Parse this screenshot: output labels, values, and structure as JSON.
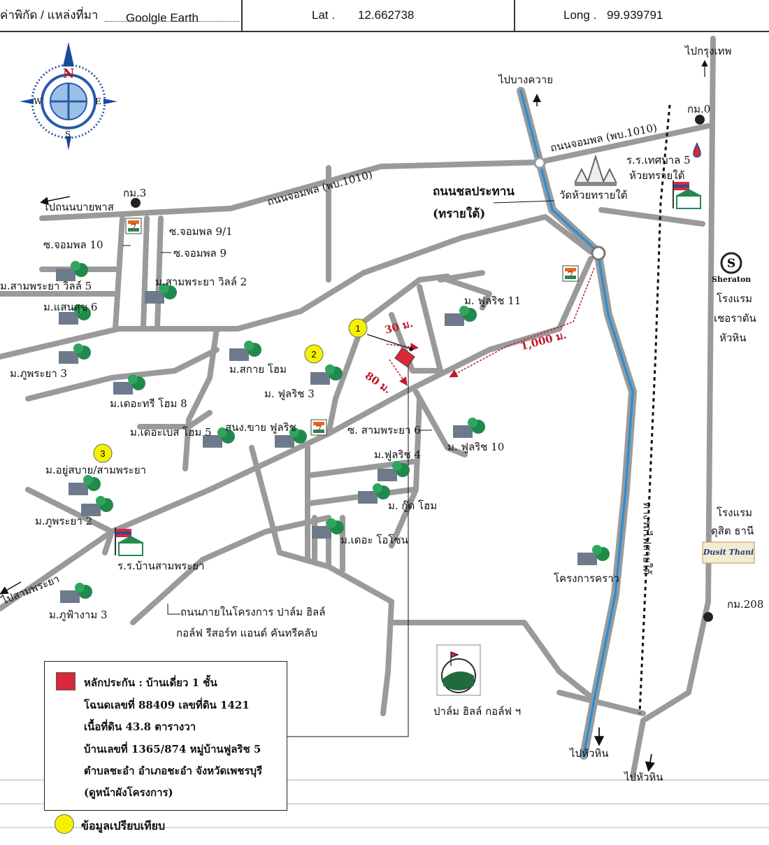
{
  "header": {
    "source_label": "ค่าพิกัด / แหล่งที่มา",
    "source_value": "Goolgle Earth",
    "lat_label": "Lat .",
    "lat_value": "12.662738",
    "long_label": "Long .",
    "long_value": "99.939791"
  },
  "compass": {
    "n": "N",
    "s": "S",
    "e": "E",
    "w": "W"
  },
  "roads": {
    "to_bangkok": "ไปกรุงเทพ",
    "to_bang_khwai": "ไปบางควาย",
    "km0": "กม.0",
    "chomphon_rd_east": "ถนนจอมพล (พบ.1010)",
    "chomphon_rd_west": "ถนนจอมพล (พบ.1010)",
    "km3": "กม.3",
    "to_bypass": "ไปถนนบายพาส",
    "chonprathan_1": "ถนนชลประทาน",
    "chonprathan_2": "(ทรายใต้)",
    "soi_9_1": "ซ.จอมพล 9/1",
    "soi_10": "ซ.จอมพล 10",
    "soi_9": "ซ.จอมพล 9",
    "soi_sampraya_6": "ซ. สามพระยา 6",
    "to_sampraya": "ไปสามพระยา",
    "km208": "กม.208",
    "railway": "ทางรถไฟสายใต้",
    "to_hua_hin_1": "ไปหัวหิน",
    "to_hua_hin_2": "ไปหัวหิน",
    "palm_hills_rd_1": "ถนนภายในโครงการ ปาล์ม ฮิลล์",
    "palm_hills_rd_2": "กอล์ฟ รีสอร์ท แอนด์ คันทรีคลับ"
  },
  "distances": {
    "d30": "30 ม.",
    "d80": "80 ม.",
    "d1000": "1,000 ม."
  },
  "places": {
    "school_thesaban_1": "ร.ร.เทศบาล 5",
    "school_thesaban_2": "ห้วยทรายใต้",
    "wat": "วัดห้วยทรายใต้",
    "sheraton_brand": "Sheraton",
    "sheraton_1": "โรงแรม",
    "sheraton_2": "เชอราตัน",
    "sheraton_3": "หัวหิน",
    "dusit_1": "โรงแรม",
    "dusit_2": "ดุสิต ธานี",
    "dusit_brand": "Dusit Thani",
    "sampraya_villa5": "ม.สามพระยา วิลล์ 5",
    "sampraya_villa2": "ม.สามพระยา วิลล์ 2",
    "saensuk6": "ม.แสนสุข 6",
    "phuphraya3": "ม.ภูพระยา 3",
    "sakai_home": "ม.สกาย โฮม",
    "flourish3": "ม. ฟูลริช 3",
    "the_tree_home8": "ม.เดอะทรี โฮม 8",
    "the_best_home5": "ม.เดอะเบส โฮม 5",
    "sales_office": "สนง.ขาย ฟูลริช",
    "flourish11": "ม. ฟูลริช 11",
    "flourish10": "ม. ฟูลริช 10",
    "flourish4": "ม.ฟูลริช 4",
    "good_home": "ม. กู๊ด โฮม",
    "the_ozone": "ม.เดอะ โอโซน",
    "yusabai": "ม.อยู่สบาย/สามพระยา",
    "phuphraya2": "ม.ภูพระยา 2",
    "school_sampraya": "ร.ร.บ้านสามพระยา",
    "phufangam3": "ม.ภูฟ้างาม 3",
    "khrongkan_khrao": "โครงการคราว",
    "palm_hills": "ปาล์ม ฮิลล์ กอล์ฟ ฯ",
    "seven_eleven": "7"
  },
  "markers": {
    "m1": "1",
    "m2": "2",
    "m3": "3"
  },
  "legend": {
    "line1": "หลักประกัน : บ้านเดี่ยว 1 ชั้น",
    "line2": "โฉนดเลขที่ 88409  เลขที่ดิน 1421",
    "line3": "เนื้อที่ดิน 43.8 ตารางวา",
    "line4": "บ้านเลขที่ 1365/874 หมู่บ้านฟูลริช 5",
    "line5": "ตำบลชะอำ อำเภอชะอำ จังหวัดเพชรบุรี",
    "line6": "(ดูหน้าผังโครงการ)"
  },
  "comparison_legend": "ข้อมูลเปรียบเทียบ",
  "colors": {
    "road": "#9a9a9a",
    "canal": "#2a8fd8",
    "collateral": "#d8283a",
    "marker": "#f4f200",
    "distance": "#c0192a"
  }
}
